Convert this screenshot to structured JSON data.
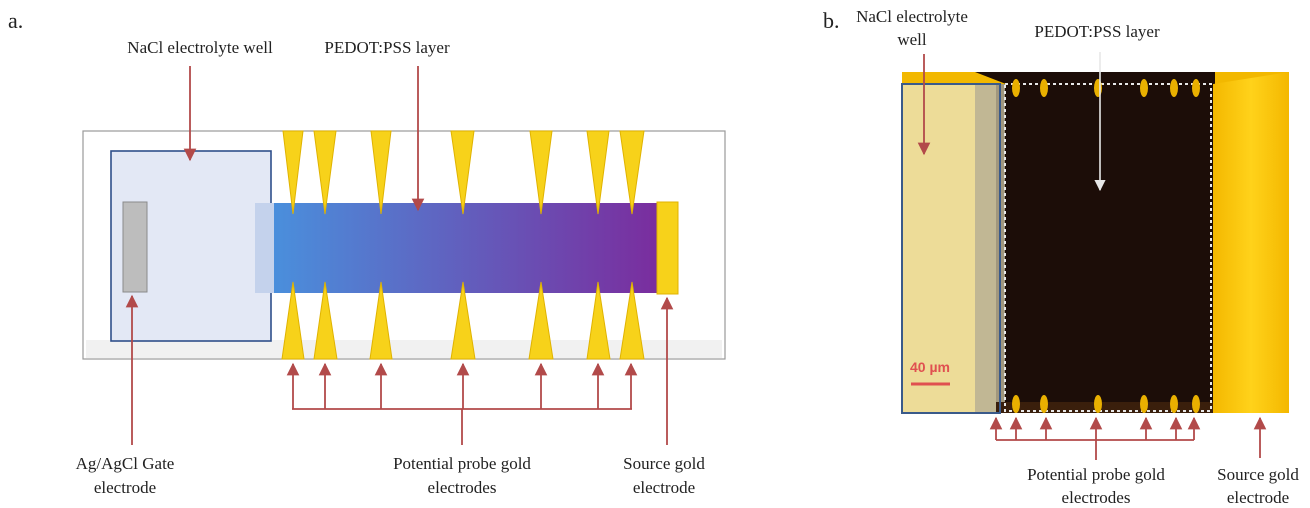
{
  "panel_a": {
    "letter": "a.",
    "labels": {
      "well": "NaCl electrolyte well",
      "pedot": "PEDOT:PSS layer",
      "gate_line1": "Ag/AgCl Gate",
      "gate_line2": "electrode",
      "probe_line1": "Potential probe gold",
      "probe_line2": "electrodes",
      "source_line1": "Source gold",
      "source_line2": "electrode"
    },
    "probe_count": 7,
    "colors": {
      "gold": "#f7d21a",
      "arrow": "#b24a4a",
      "well_border": "#2f4f8a",
      "well_fill": "#e3e8f5",
      "gradient_start": "#4a8fdc",
      "gradient_end": "#7a2d9e",
      "gate": "#bdbdbd"
    }
  },
  "panel_b": {
    "letter": "b.",
    "labels": {
      "well_line1": "NaCl electrolyte",
      "well_line2": "well",
      "pedot": "PEDOT:PSS layer",
      "scale": "40 µm",
      "probe_line1": "Potential probe gold",
      "probe_line2": "electrodes",
      "source_line1": "Source gold",
      "source_line2": "electrode"
    },
    "probe_count": 7,
    "colors": {
      "gold": "#f9c400",
      "dark": "#1c0d08",
      "light_gold": "#eddc98",
      "scale": "#e05050",
      "arrow": "#b24a4a"
    }
  }
}
